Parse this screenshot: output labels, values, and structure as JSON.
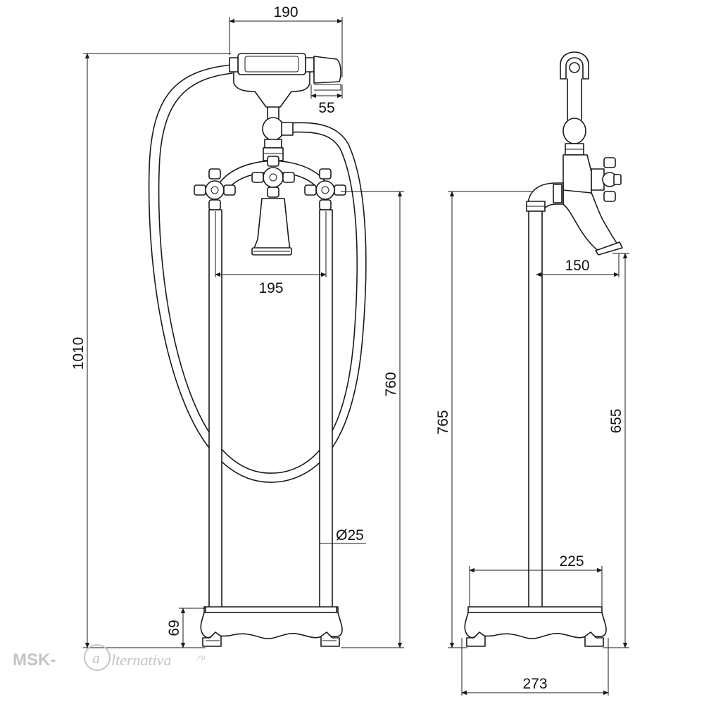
{
  "dimensions": {
    "handset_length": "190",
    "handset_head": "55",
    "valve_centers": "195",
    "overall_height": "1010",
    "spout_height_front": "760",
    "pipe_diameter": "Ø25",
    "base_height": "69",
    "overall_height_side": "765",
    "spout_reach": "150",
    "spout_height_side": "655",
    "base_inner_width": "225",
    "base_width": "273"
  },
  "watermark": {
    "prefix": "MSK-",
    "logo_letter": "a",
    "name": "lternativa",
    "tld": ".ru"
  },
  "colors": {
    "line": "#1a1a1a",
    "background": "#ffffff",
    "watermark": "#c4c4c4"
  }
}
